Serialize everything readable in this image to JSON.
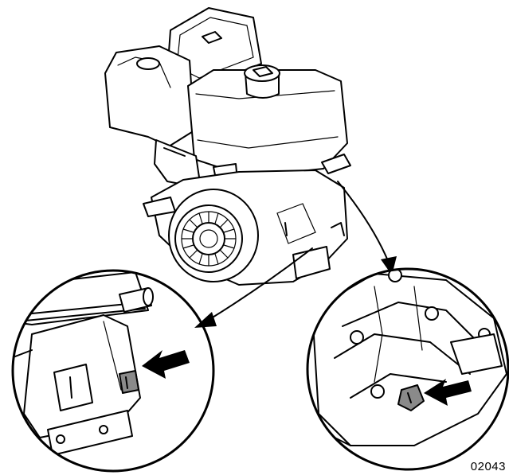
{
  "figure": {
    "number": "02043"
  },
  "colors": {
    "line": "#000000",
    "background": "#ffffff",
    "highlight_part": "#8a8a8a"
  },
  "icons": [
    "engine-illustration",
    "callout-arrow",
    "indicator-arrow",
    "drain-plug"
  ]
}
